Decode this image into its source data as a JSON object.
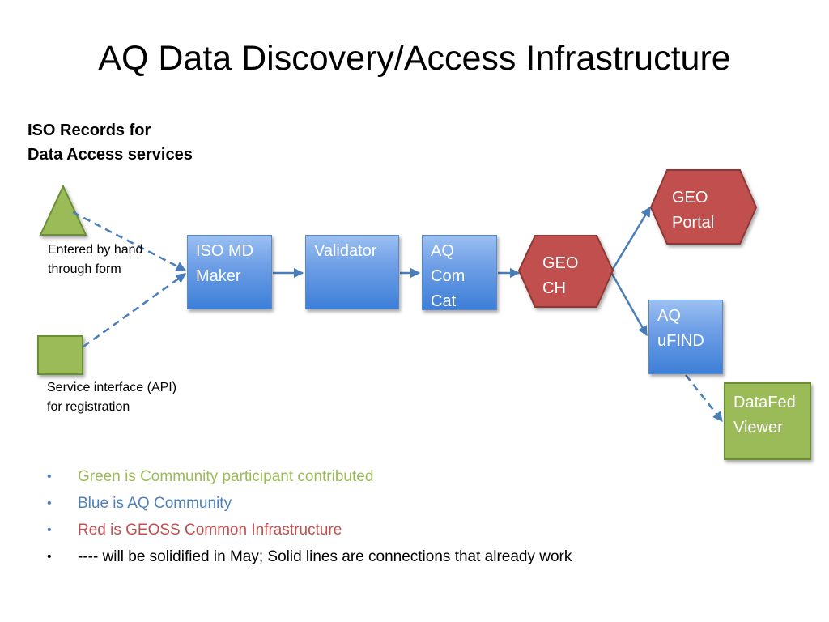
{
  "slide": {
    "title": "AQ Data Discovery/Access Infrastructure",
    "subtitle_line1": "ISO Records for",
    "subtitle_line2": "Data Access services"
  },
  "notes": {
    "form_line1": "Entered by hand",
    "form_line2": "through form",
    "api_line1": "Service interface (API)",
    "api_line2": "for registration"
  },
  "nodes": {
    "iso_md_maker": [
      "ISO MD",
      "Maker"
    ],
    "validator": [
      "Validator"
    ],
    "aq_com_cat": [
      "AQ",
      "Com",
      "Cat"
    ],
    "geo_ch": [
      "GEO",
      "CH"
    ],
    "geo_portal": [
      "GEO",
      "Portal"
    ],
    "aq_ufind": [
      "AQ",
      "uFIND"
    ],
    "datafed_viewer": [
      "DataFed",
      "Viewer"
    ]
  },
  "legend": [
    {
      "text": "Green is Community participant contributed",
      "color": "#9bbb59"
    },
    {
      "text": "Blue is AQ Community",
      "color": "#4f81bd"
    },
    {
      "text": "Red is GEOSS Common Infrastructure",
      "color": "#c0504d"
    },
    {
      "text": "---- will be solidified in May; Solid lines are connections that already work",
      "color": "#000000"
    }
  ],
  "colors": {
    "green": "#9bbb59",
    "blue": "#4f81bd",
    "red": "#c0504d",
    "connector": "#4a7ebb"
  },
  "bullet_char": "•"
}
